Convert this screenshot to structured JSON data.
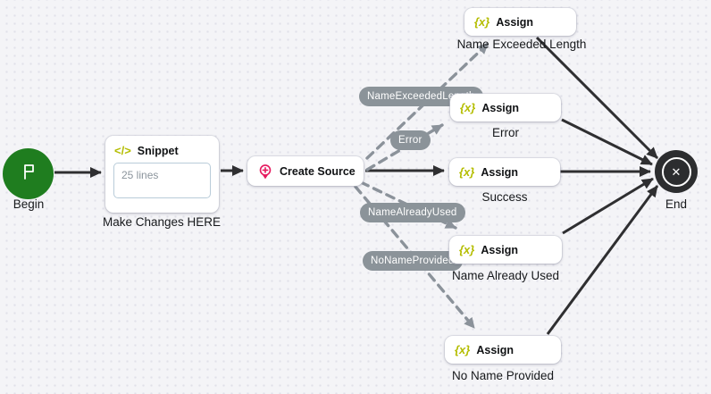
{
  "canvas": {
    "background": "#f4f4f7",
    "dot_color": "#e1e1e9"
  },
  "colors": {
    "begin_green": "#1f7d1f",
    "accent_yellow": "#b4bd00",
    "pin_pink": "#e6195e",
    "edge_dark": "#2f2f31",
    "edge_gray": "#8b929a",
    "pill_bg": "#8b9399",
    "end_dark": "#2c2d2f"
  },
  "icons": {
    "assign_glyph": "{x}",
    "snippet_glyph": "</>",
    "end_glyph": "✕"
  },
  "nodes": {
    "begin": {
      "label": "Begin"
    },
    "snippet": {
      "title": "Snippet",
      "body": "25 lines",
      "caption": "Make Changes HERE"
    },
    "create_source": {
      "title": "Create Source"
    },
    "assigns": [
      {
        "title": "Assign",
        "caption": "Name Exceeded Length"
      },
      {
        "title": "Assign",
        "caption": "Error"
      },
      {
        "title": "Assign",
        "caption": "Success"
      },
      {
        "title": "Assign",
        "caption": "Name Already Used"
      },
      {
        "title": "Assign",
        "caption": "No Name Provided"
      }
    ],
    "end": {
      "label": "End"
    }
  },
  "edge_labels": [
    {
      "text": "NameExceededLength"
    },
    {
      "text": "Error"
    },
    {
      "text": "NameAlreadyUsed"
    },
    {
      "text": "NoNameProvided"
    }
  ]
}
